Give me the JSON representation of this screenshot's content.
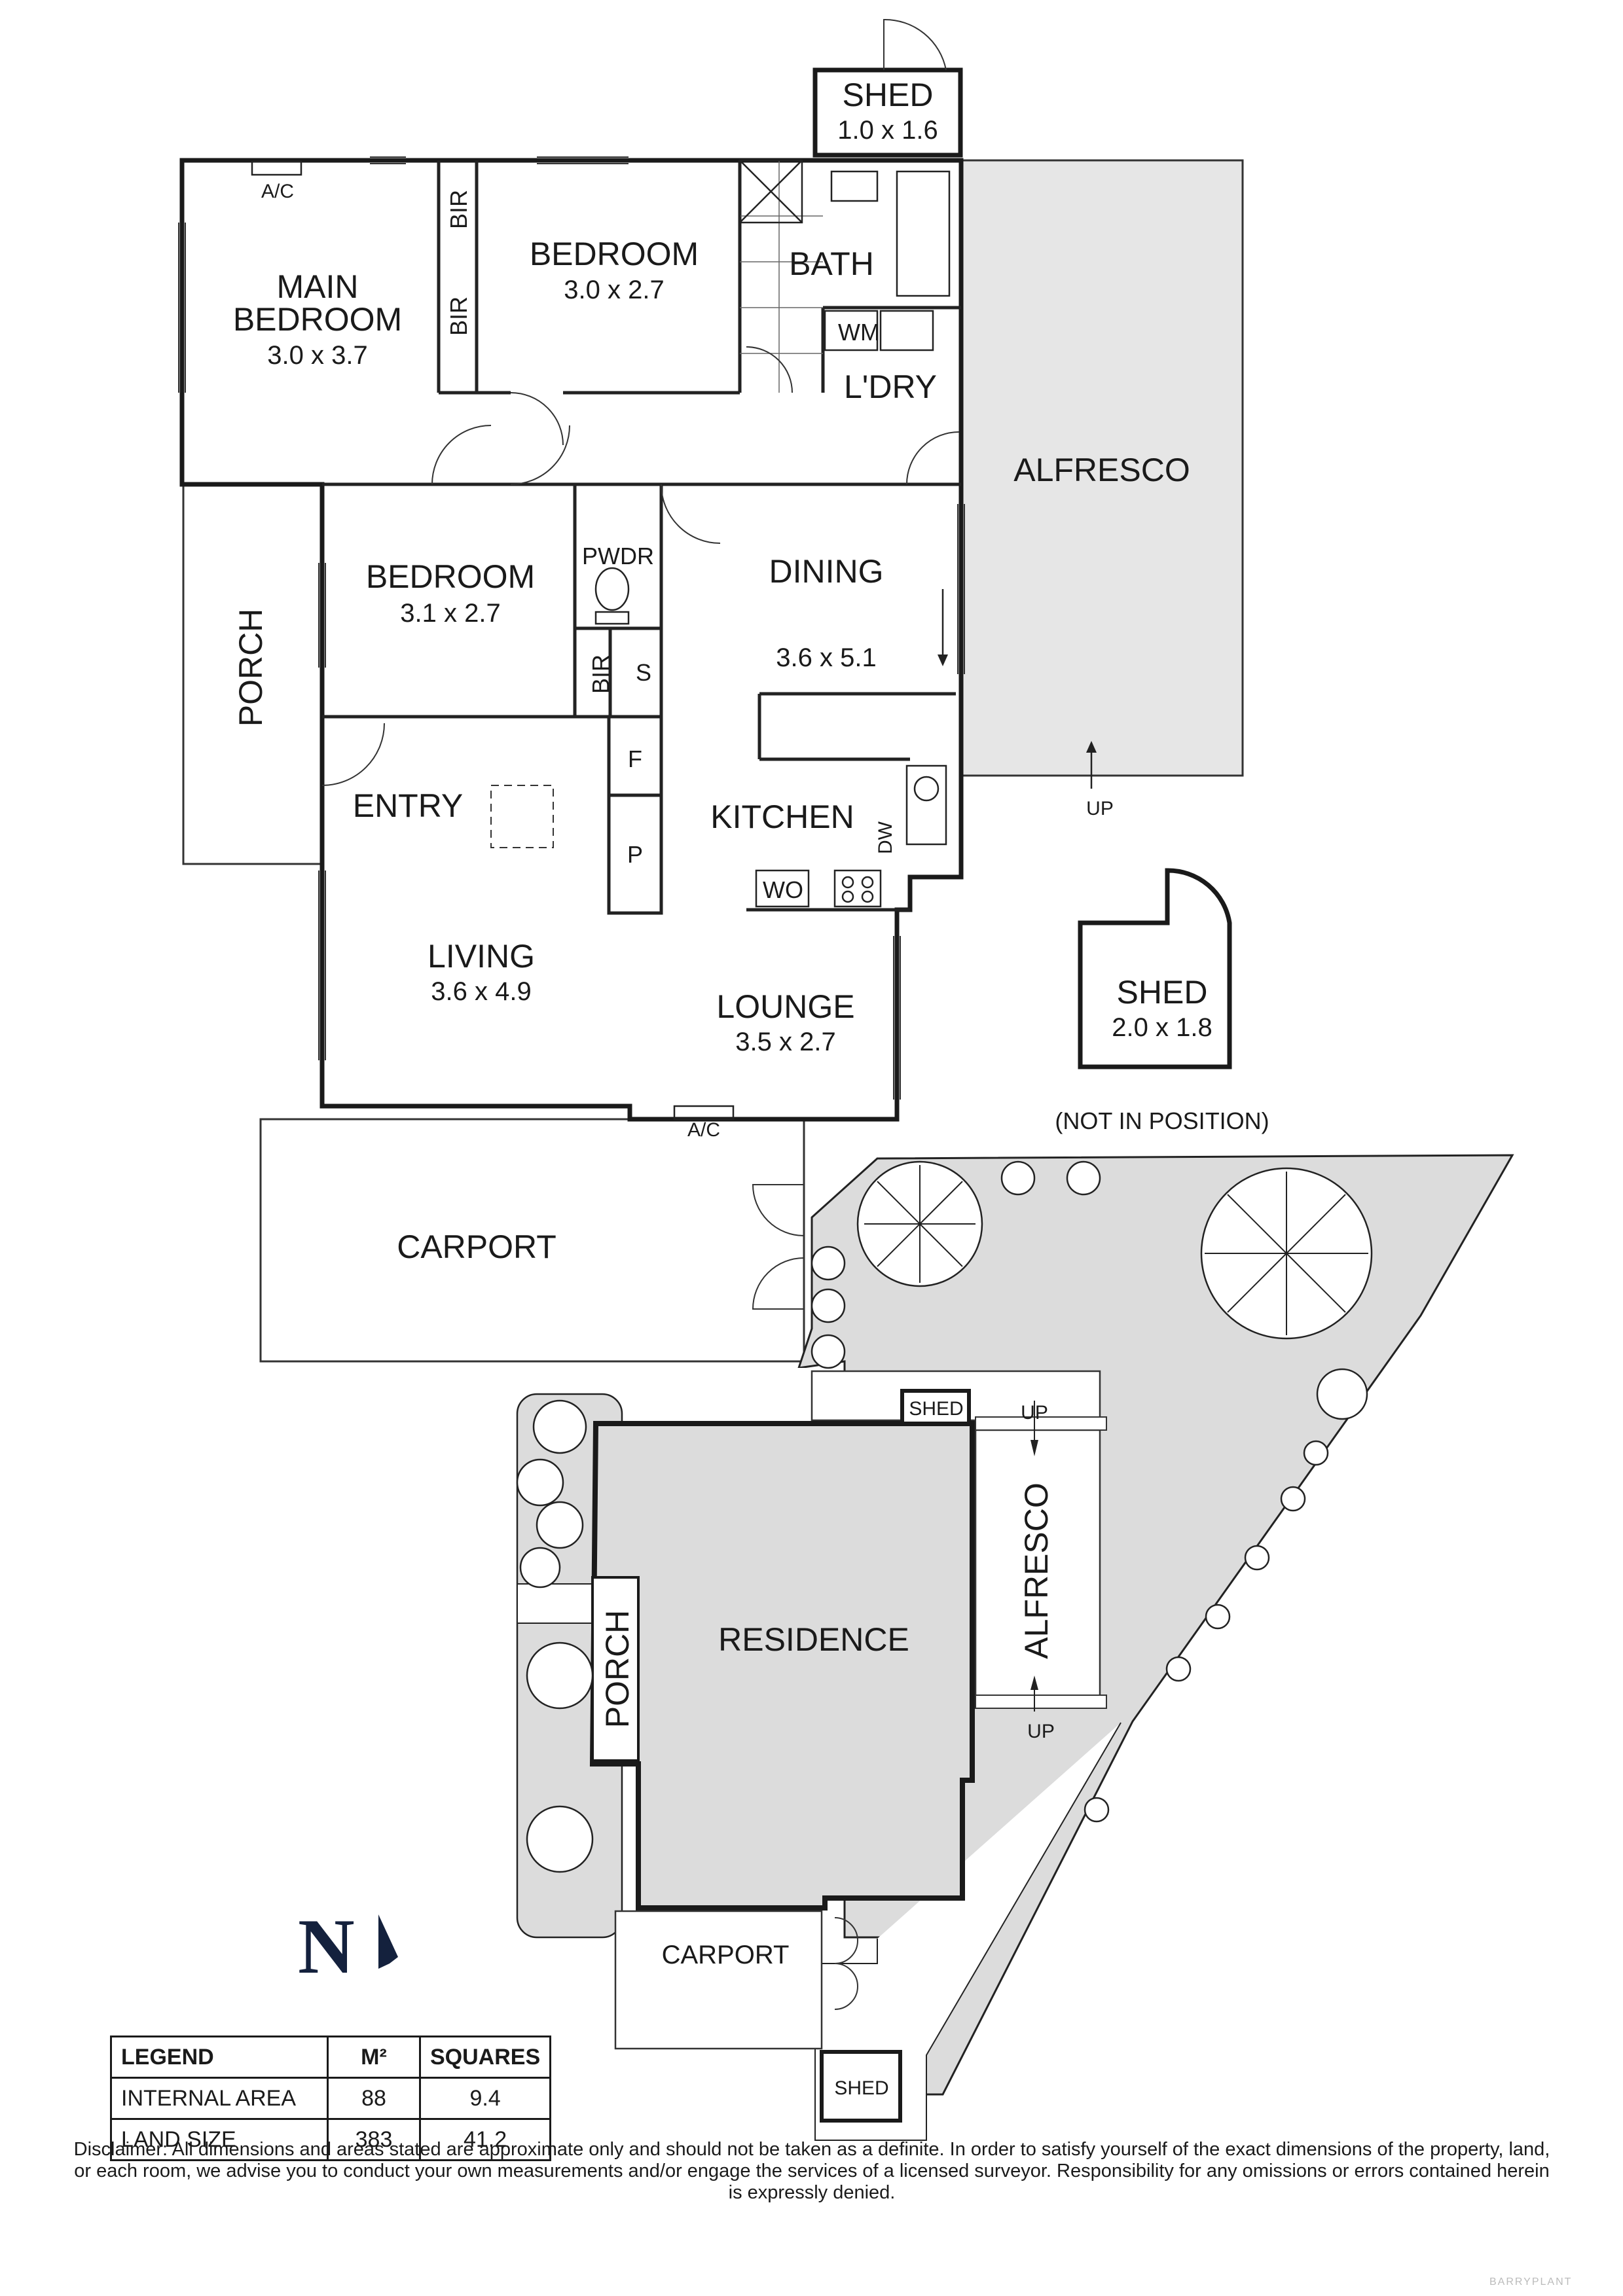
{
  "rooms": {
    "shed_top": {
      "name": "SHED",
      "dim": "1.0 x 1.6"
    },
    "main_bedroom": {
      "name1": "MAIN",
      "name2": "BEDROOM",
      "dim": "3.0 x 3.7"
    },
    "bir_a": "BIR",
    "bir_b": "BIR",
    "bedroom2": {
      "name": "BEDROOM",
      "dim": "3.0 x 2.7"
    },
    "bath": "BATH",
    "wm": "WM",
    "laundry": "L'DRY",
    "alfresco": "ALFRESCO",
    "porch": "PORCH",
    "bedroom3": {
      "name": "BEDROOM",
      "dim": "3.1 x 2.7"
    },
    "pwdr": "PWDR",
    "bir_c": "BIR",
    "s": "S",
    "dining": {
      "name": "DINING",
      "dim": "3.6 x 5.1"
    },
    "f": "F",
    "p": "P",
    "kitchen": "KITCHEN",
    "dw": "DW",
    "wo": "WO",
    "entry": "ENTRY",
    "living": {
      "name": "LIVING",
      "dim": "3.6 x 4.9"
    },
    "lounge": {
      "name": "LOUNGE",
      "dim": "3.5 x 2.7"
    },
    "shed_mid": {
      "name": "SHED",
      "dim": "2.0 x 1.8",
      "note": "(NOT IN POSITION)"
    },
    "carport": "CARPORT",
    "ac_top": "A/C",
    "ac_bottom": "A/C",
    "up_alfresco": "UP"
  },
  "site": {
    "shed_a": "SHED",
    "up_a": "UP",
    "alfresco": "ALFRESCO",
    "residence": "RESIDENCE",
    "porch": "PORCH",
    "up_b": "UP",
    "carport": "CARPORT",
    "shed_b": "SHED"
  },
  "north": {
    "letter": "N"
  },
  "legend": {
    "headers": [
      "LEGEND",
      "M²",
      "SQUARES"
    ],
    "rows": [
      {
        "label": "INTERNAL AREA",
        "m2": "88",
        "squares": "9.4"
      },
      {
        "label": "LAND SIZE",
        "m2": "383",
        "squares": "41.2"
      }
    ]
  },
  "disclaimer": "Disclaimer: All dimensions and areas stated are approximate only and should not be taken as a definite. In order to satisfy yourself of the exact dimensions of the property, land, or each room, we advise you to conduct your own measurements and/or engage the services of a licensed surveyor. Responsibility for any omissions or errors contained herein is expressly denied.",
  "watermark": "BARRYPLANT"
}
